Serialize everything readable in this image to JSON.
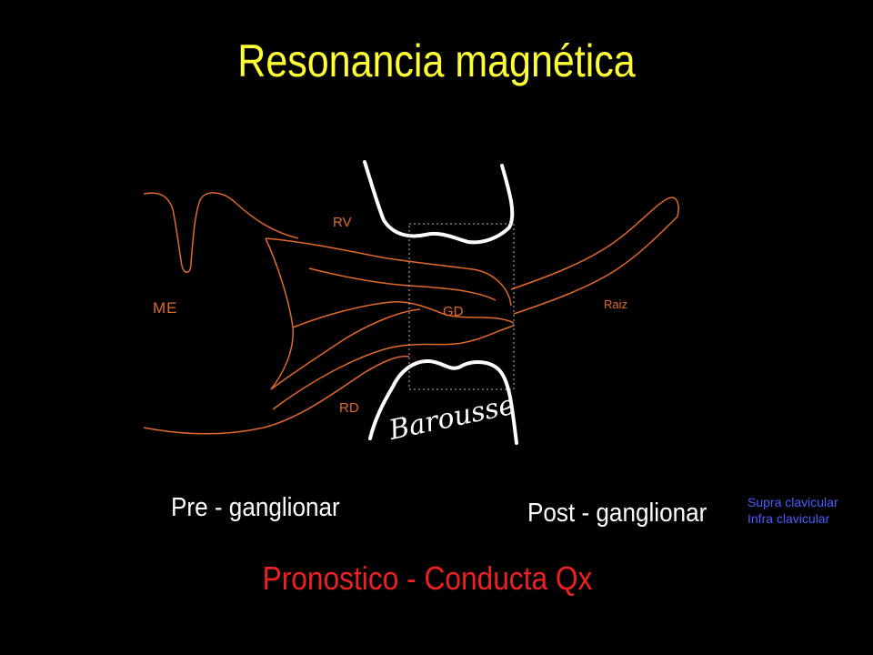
{
  "slide": {
    "title": "Resonancia magnética"
  },
  "diagram": {
    "labels": {
      "me": "ME",
      "rv": "RV",
      "gd": "GD",
      "raiz": "Raiz",
      "rd": "RD"
    },
    "signature": "Barousse",
    "colors": {
      "nerve": "#e06a2a",
      "vertebra": "#ffffff",
      "dotted_box": "#bbbbbb"
    }
  },
  "captions": {
    "pre": "Pre - ganglionar",
    "post": "Post - ganglionar",
    "post_subtypes": [
      "Supra clavicular",
      "Infra clavicular"
    ],
    "prognosis": "Pronostico - Conducta Qx"
  },
  "colors": {
    "background": "#000000",
    "title": "#ffff33",
    "caption": "#ffffff",
    "subtypes": "#4a5cff",
    "prognosis": "#ee2020"
  }
}
